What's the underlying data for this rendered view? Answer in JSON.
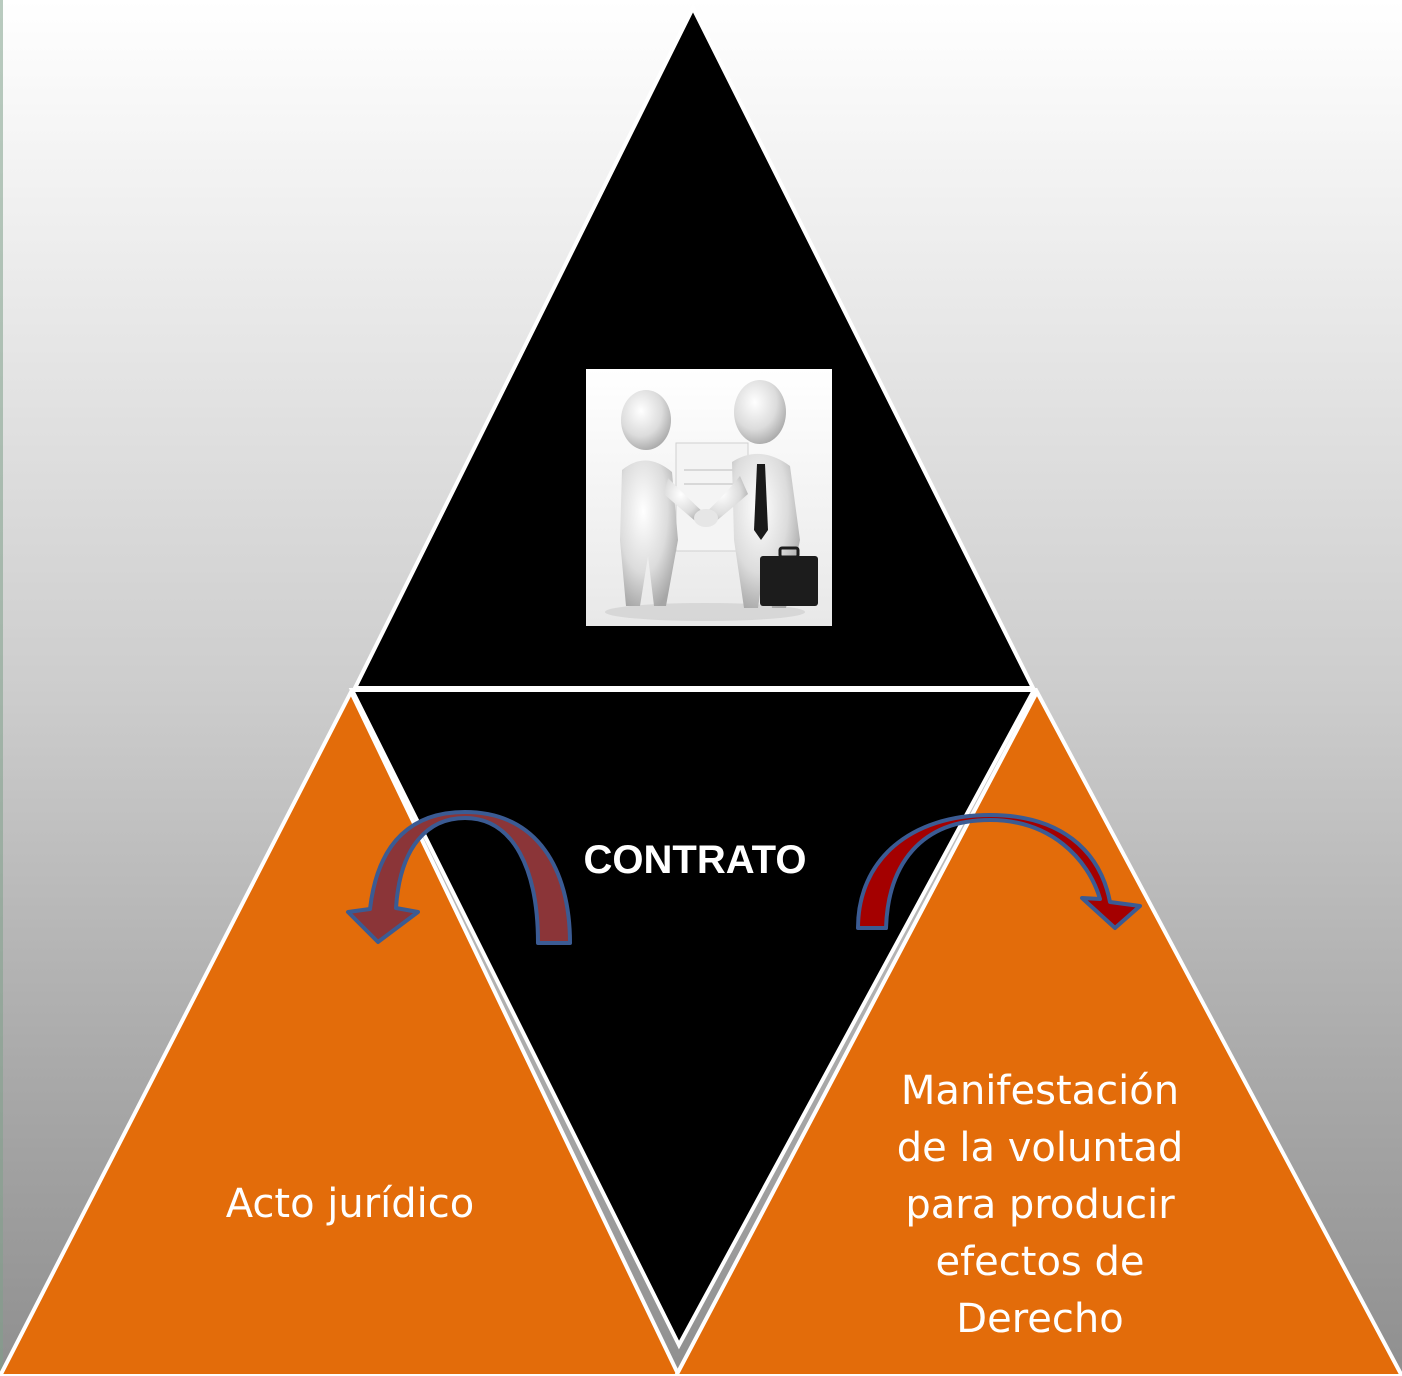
{
  "diagram": {
    "center_label": "CONTRATO",
    "left_label": "Acto jurídico",
    "right_label_lines": [
      "Manifestación",
      "de la voluntad",
      "para producir",
      "efectos de",
      "Derecho"
    ],
    "image_icon": "handshake-icon",
    "colors": {
      "black_triangle": "#000000",
      "orange_triangle": "#e36c0a",
      "outline": "#ffffff",
      "left_arrow_fill": "#8b3538",
      "right_arrow_fill": "#a40000",
      "arrow_stroke": "#3b5b93"
    }
  }
}
